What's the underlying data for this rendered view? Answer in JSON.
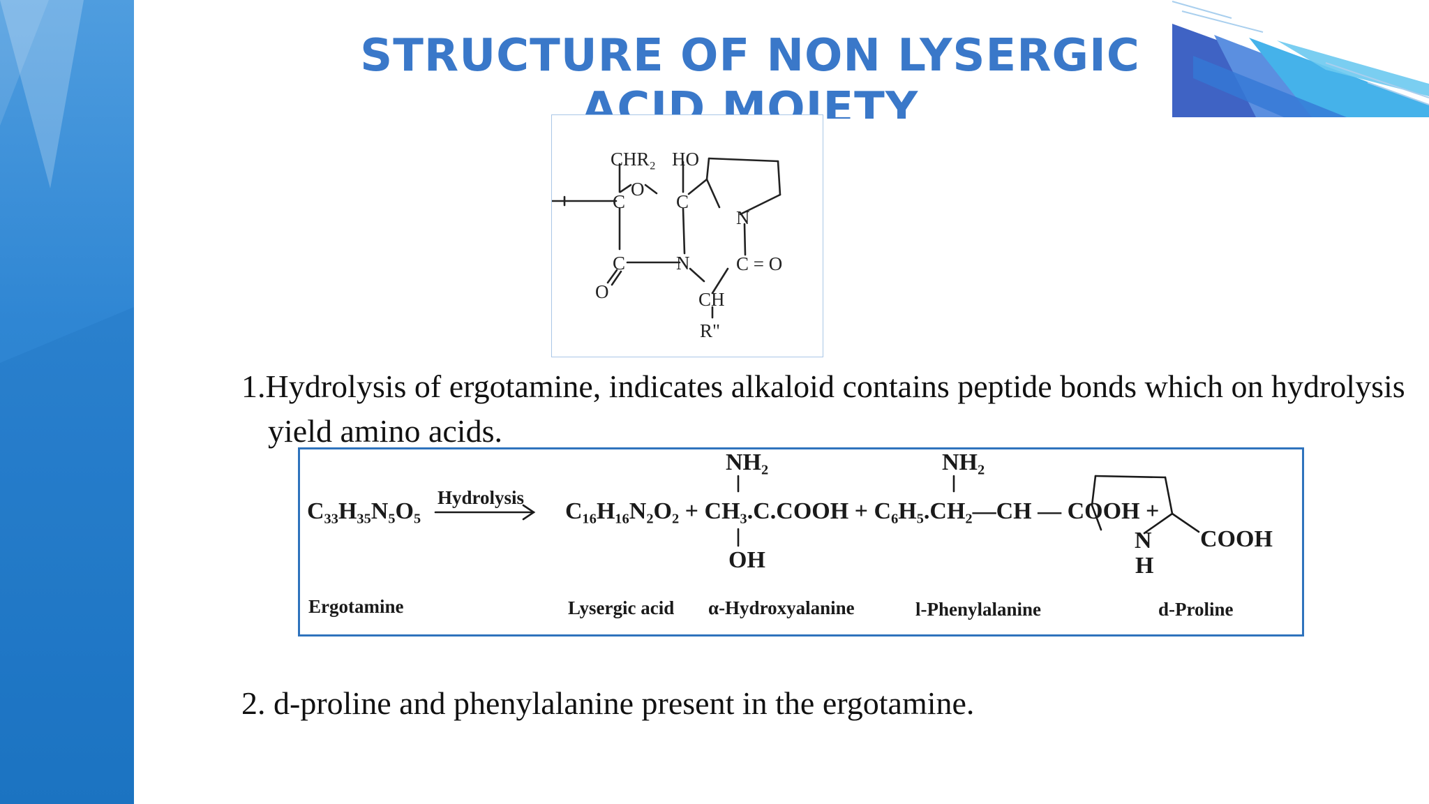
{
  "slide": {
    "title": "STRUCTURE OF NON LYSERGIC ACID MOIETY",
    "point_1": "1.Hydrolysis of ergotamine, indicates alkaloid contains peptide bonds which on hydrolysis yield amino acids.",
    "point_2": "2. d-proline and phenylalanine present in the ergotamine."
  },
  "structure": {
    "chr2": "CHR₂",
    "ho": "HO",
    "o_ring": "O",
    "c1": "C",
    "c2": "C",
    "n1": "N",
    "c3": "C",
    "n2": "N",
    "co": "C = O",
    "o_keto": "O",
    "ch": "CH",
    "r": "R\""
  },
  "reaction": {
    "reactant_formula": "C₃₃H₃₅N₅O₅",
    "arrow_label": "Hydrolysis",
    "nh2_a": "NH₂",
    "nh2_b": "NH₂",
    "product_equation": "C₁₆H₁₆N₂O₂ + CH₃.C.COOH + C₆H₅.CH₂—CH — COOH +",
    "oh": "OH",
    "proline_n": "N",
    "proline_h": "H",
    "proline_cooh": "COOH",
    "labels": {
      "ergotamine": "Ergotamine",
      "lysergic_acid": "Lysergic  acid",
      "hydroxyalanine": "α-Hydroxyalanine",
      "phenylalanine": "l-Phenylalanine",
      "proline": "d-Proline"
    }
  },
  "colors": {
    "title": "#3a78c9",
    "side_band": "#2f86d3",
    "reaction_border": "#2f73bd"
  }
}
